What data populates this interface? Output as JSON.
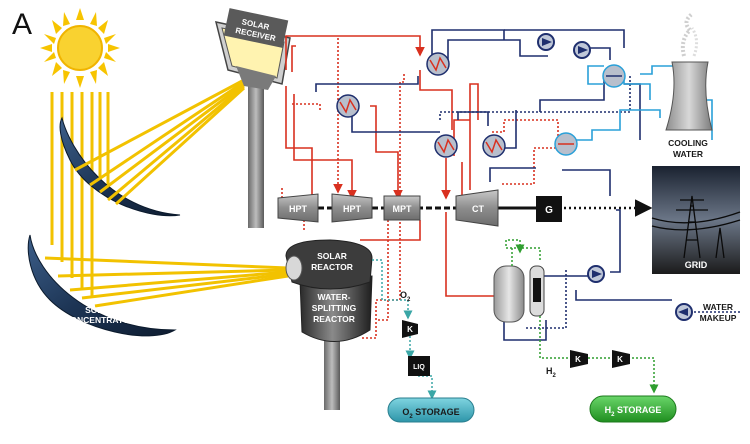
{
  "panel_letter": "A",
  "labels": {
    "solar_receiver_1": "SOLAR",
    "solar_receiver_2": "RECEIVER",
    "solar_concentrator_1": "SOLAR",
    "solar_concentrator_2": "CONCENTRATOR",
    "solar_reactor_1": "SOLAR",
    "solar_reactor_2": "REACTOR",
    "ws_reactor_1": "WATER-",
    "ws_reactor_2": "SPLITTING",
    "ws_reactor_3": "REACTOR",
    "hpt1": "HPT",
    "hpt2": "HPT",
    "mpt": "MPT",
    "ct": "CT",
    "generator": "G",
    "grid": "GRID",
    "cooling_1": "COOLING",
    "cooling_2": "WATER",
    "water_makeup_1": "WATER",
    "water_makeup_2": "MAKEUP",
    "o2": "O",
    "o2_sub": "2",
    "h2": "H",
    "h2_sub": "2",
    "k1": "K",
    "k2": "K",
    "k3": "K",
    "liq": "LIQ",
    "o2_storage_a": "O",
    "o2_storage_sub": "2",
    "o2_storage_b": " STORAGE",
    "h2_storage_a": "H",
    "h2_storage_sub": "2",
    "h2_storage_b": " STORAGE"
  },
  "colors": {
    "steam_red": "#d9301f",
    "water_navy": "#1f2f6e",
    "cooling_blue": "#2aa0d8",
    "o2_teal": "#3aa6a6",
    "h2_green": "#2f9e2f",
    "sun_yellow": "#f7c400",
    "ray_yellow": "#f2c200",
    "o2_tank": "#44b7c9",
    "h2_tank": "#34b234"
  }
}
